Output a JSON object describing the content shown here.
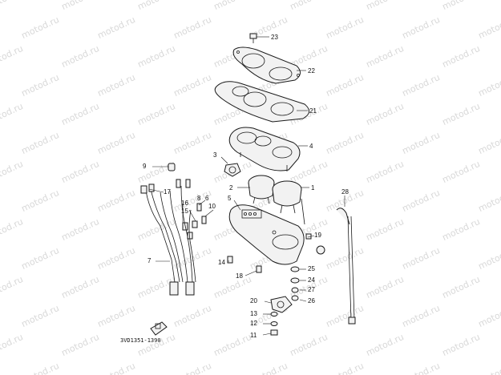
{
  "watermark_text": "motod.ru",
  "diagram_code": "3VD1351-1390",
  "callouts": {
    "c1": "1",
    "c2": "2",
    "c3": "3",
    "c4": "4",
    "c5": "5",
    "c6": "6",
    "c7": "7",
    "c8": "8",
    "c9": "9",
    "c10": "10",
    "c11": "11",
    "c12": "12",
    "c13": "13",
    "c14": "14",
    "c15": "15",
    "c16": "16",
    "c17": "17",
    "c18": "18",
    "c19": "19",
    "c20": "20",
    "c21": "21",
    "c22": "22",
    "c23": "23",
    "c24": "24",
    "c25": "25",
    "c26": "26",
    "c27": "27",
    "c28": "28"
  }
}
